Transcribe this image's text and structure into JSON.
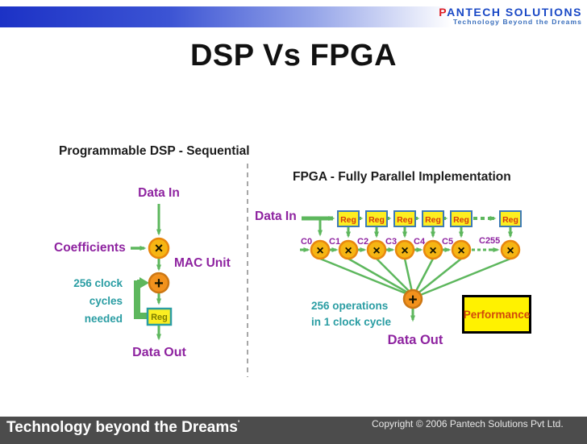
{
  "header": {
    "logo": {
      "brand_first_letter": "P",
      "brand_rest": "ANTECH SOLUTIONS",
      "subtitle": "Technology Beyond the Dreams"
    },
    "title": "DSP Vs FPGA"
  },
  "dsp_diagram": {
    "heading": "Programmable DSP - Sequential",
    "data_in": "Data In",
    "coefficients": "Coefficients",
    "mac_unit": "MAC Unit",
    "clock_note_lines": [
      "256 clock",
      "cycles",
      "needed"
    ],
    "reg": "Reg",
    "data_out": "Data Out"
  },
  "fpga_diagram": {
    "heading": "FPGA - Fully Parallel Implementation",
    "data_in": "Data In",
    "reg": "Reg",
    "coeff_labels": [
      "C0",
      "C1",
      "C2",
      "C3",
      "C4",
      "C5",
      "C255"
    ],
    "ops_note_lines": [
      "256 operations",
      "in 1 clock cycle"
    ],
    "data_out": "Data Out",
    "performance": "Performance"
  },
  "icons": {
    "multiply": "×",
    "add": "+"
  },
  "colors": {
    "accent_green": "#5db75d",
    "purple": "#8e23a0",
    "teal": "#2a9da3",
    "multiplier_fill": "#f6b513",
    "adder_fill": "#f2921d",
    "reg_fill": "#fcee21",
    "performance_bg": "#fff200",
    "topbar_blue": "#1c32c6",
    "footer_gray": "#4c4c4c"
  },
  "footer": {
    "tagline": "Technology beyond the Dreams",
    "tagline_mark": "'",
    "copyright": "Copyright © 2006 Pantech Solutions Pvt Ltd."
  }
}
